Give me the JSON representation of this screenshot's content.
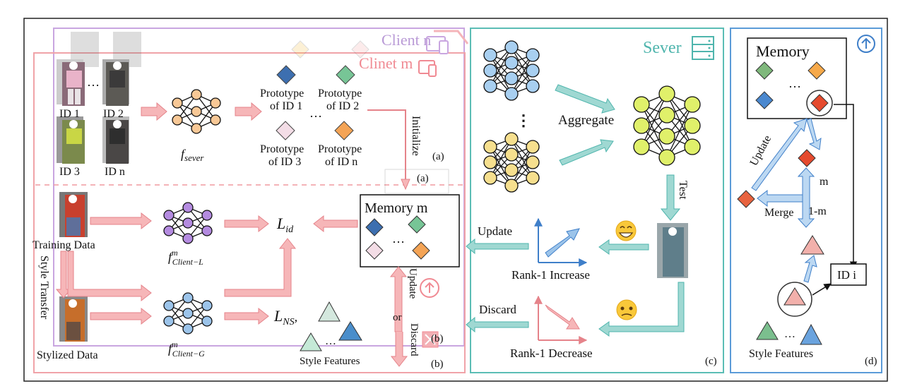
{
  "colors": {
    "client_pink": "#f0a3a8",
    "client_purple": "#c9a6e0",
    "server_teal": "#5bbdb5",
    "panel_blue": "#5b9bd8",
    "arrow_pink": "#f6b6b8",
    "arrow_teal": "#9fd8d2",
    "arrow_blue": "#bcd8f2",
    "node_orange": "#f8c896",
    "node_purple": "#b48be0",
    "node_blue": "#9cc4ea",
    "node_green": "#e0f06a",
    "node_sky": "#a8cff0",
    "node_yellow": "#f6df8e"
  },
  "icons": [
    "client-device-icon",
    "server-rack-icon",
    "upload-circle-icon",
    "trash-icon",
    "smile-emoji-icon",
    "worried-emoji-icon"
  ],
  "panel_a": {
    "client_back_label": "Client n",
    "client_front_label": "Clinet m",
    "id_labels": [
      "ID 1",
      "ID 2",
      "ID 3",
      "ID n"
    ],
    "ellipsis": "…",
    "f_sever": "f",
    "f_sever_sub": "sever",
    "prototypes": [
      {
        "line1": "Prototype",
        "line2": "of ID 1",
        "color": "#3d6fb0"
      },
      {
        "line1": "Prototype",
        "line2": "of ID 2",
        "color": "#77c596"
      },
      {
        "line1": "Prototype",
        "line2": "of ID 3",
        "color": "#f3dde6"
      },
      {
        "line1": "Prototype",
        "line2": "of ID n",
        "color": "#f4a456"
      }
    ],
    "initialize": "Initialize",
    "tag": "(a)"
  },
  "panel_b": {
    "training_data": "Training Data",
    "style_transfer": "Style Transfer",
    "stylized_data": "Stylized Data",
    "f_client": "f",
    "f_client_sup": "m",
    "f_client_L_sub": "Client−L",
    "f_client_G_sub": "Client−G",
    "L_id": "L",
    "L_id_sub": "id",
    "L_NS": "L",
    "L_NS_sub": "NS",
    "memory_m": "Memory m",
    "update": "Update",
    "or": "or",
    "discard": "Discard",
    "style_features": "Style Features",
    "tag": "(b)"
  },
  "panel_c": {
    "server_label": "Sever",
    "aggregate": "Aggregate",
    "test": "Test",
    "update": "Update",
    "discard": "Discard",
    "rank_increase": "Rank-1 Increase",
    "rank_decrease": "Rank-1 Decrease",
    "tag": "(c)"
  },
  "panel_d": {
    "memory": "Memory",
    "update": "Update",
    "m": "m",
    "one_minus_m": "1-m",
    "merge": "Merge",
    "id_i": "ID i",
    "style_features": "Style Features",
    "tag": "(d)"
  }
}
